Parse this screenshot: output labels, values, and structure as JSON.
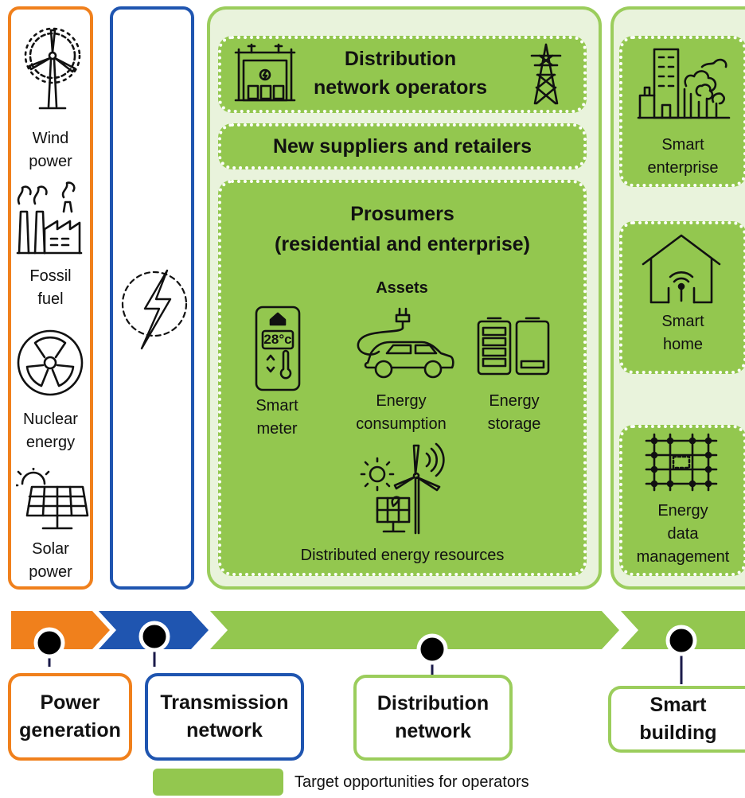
{
  "power": {
    "wind": [
      "Wind",
      "power"
    ],
    "fossil": [
      "Fossil",
      "fuel"
    ],
    "nuclear": [
      "Nuclear",
      "energy"
    ],
    "solar": [
      "Solar",
      "power"
    ]
  },
  "distribution": {
    "operators": [
      "Distribution",
      "network operators"
    ],
    "suppliers": "New suppliers and retailers",
    "prosumers_title": [
      "Prosumers",
      "(residential and enterprise)"
    ],
    "assets_label": "Assets",
    "smart_meter": [
      "Smart",
      "meter"
    ],
    "meter_reading": "28°c",
    "consumption": [
      "Energy",
      "consumption"
    ],
    "storage": [
      "Energy",
      "storage"
    ],
    "der": "Distributed energy resources"
  },
  "smart_building": {
    "enterprise": [
      "Smart",
      "enterprise"
    ],
    "home": [
      "Smart",
      "home"
    ],
    "data_mgmt": [
      "Energy",
      "data",
      "management"
    ]
  },
  "stages": {
    "power_generation": [
      "Power",
      "generation"
    ],
    "transmission": [
      "Transmission",
      "network"
    ],
    "distribution": [
      "Distribution",
      "network"
    ],
    "smart_building": [
      "Smart",
      "building"
    ]
  },
  "legend": {
    "label": "Target opportunities for operators"
  },
  "colors": {
    "orange": "#f0801c",
    "blue": "#1f55b0",
    "green": "#93c74f",
    "light_green": "#e9f3dc"
  }
}
